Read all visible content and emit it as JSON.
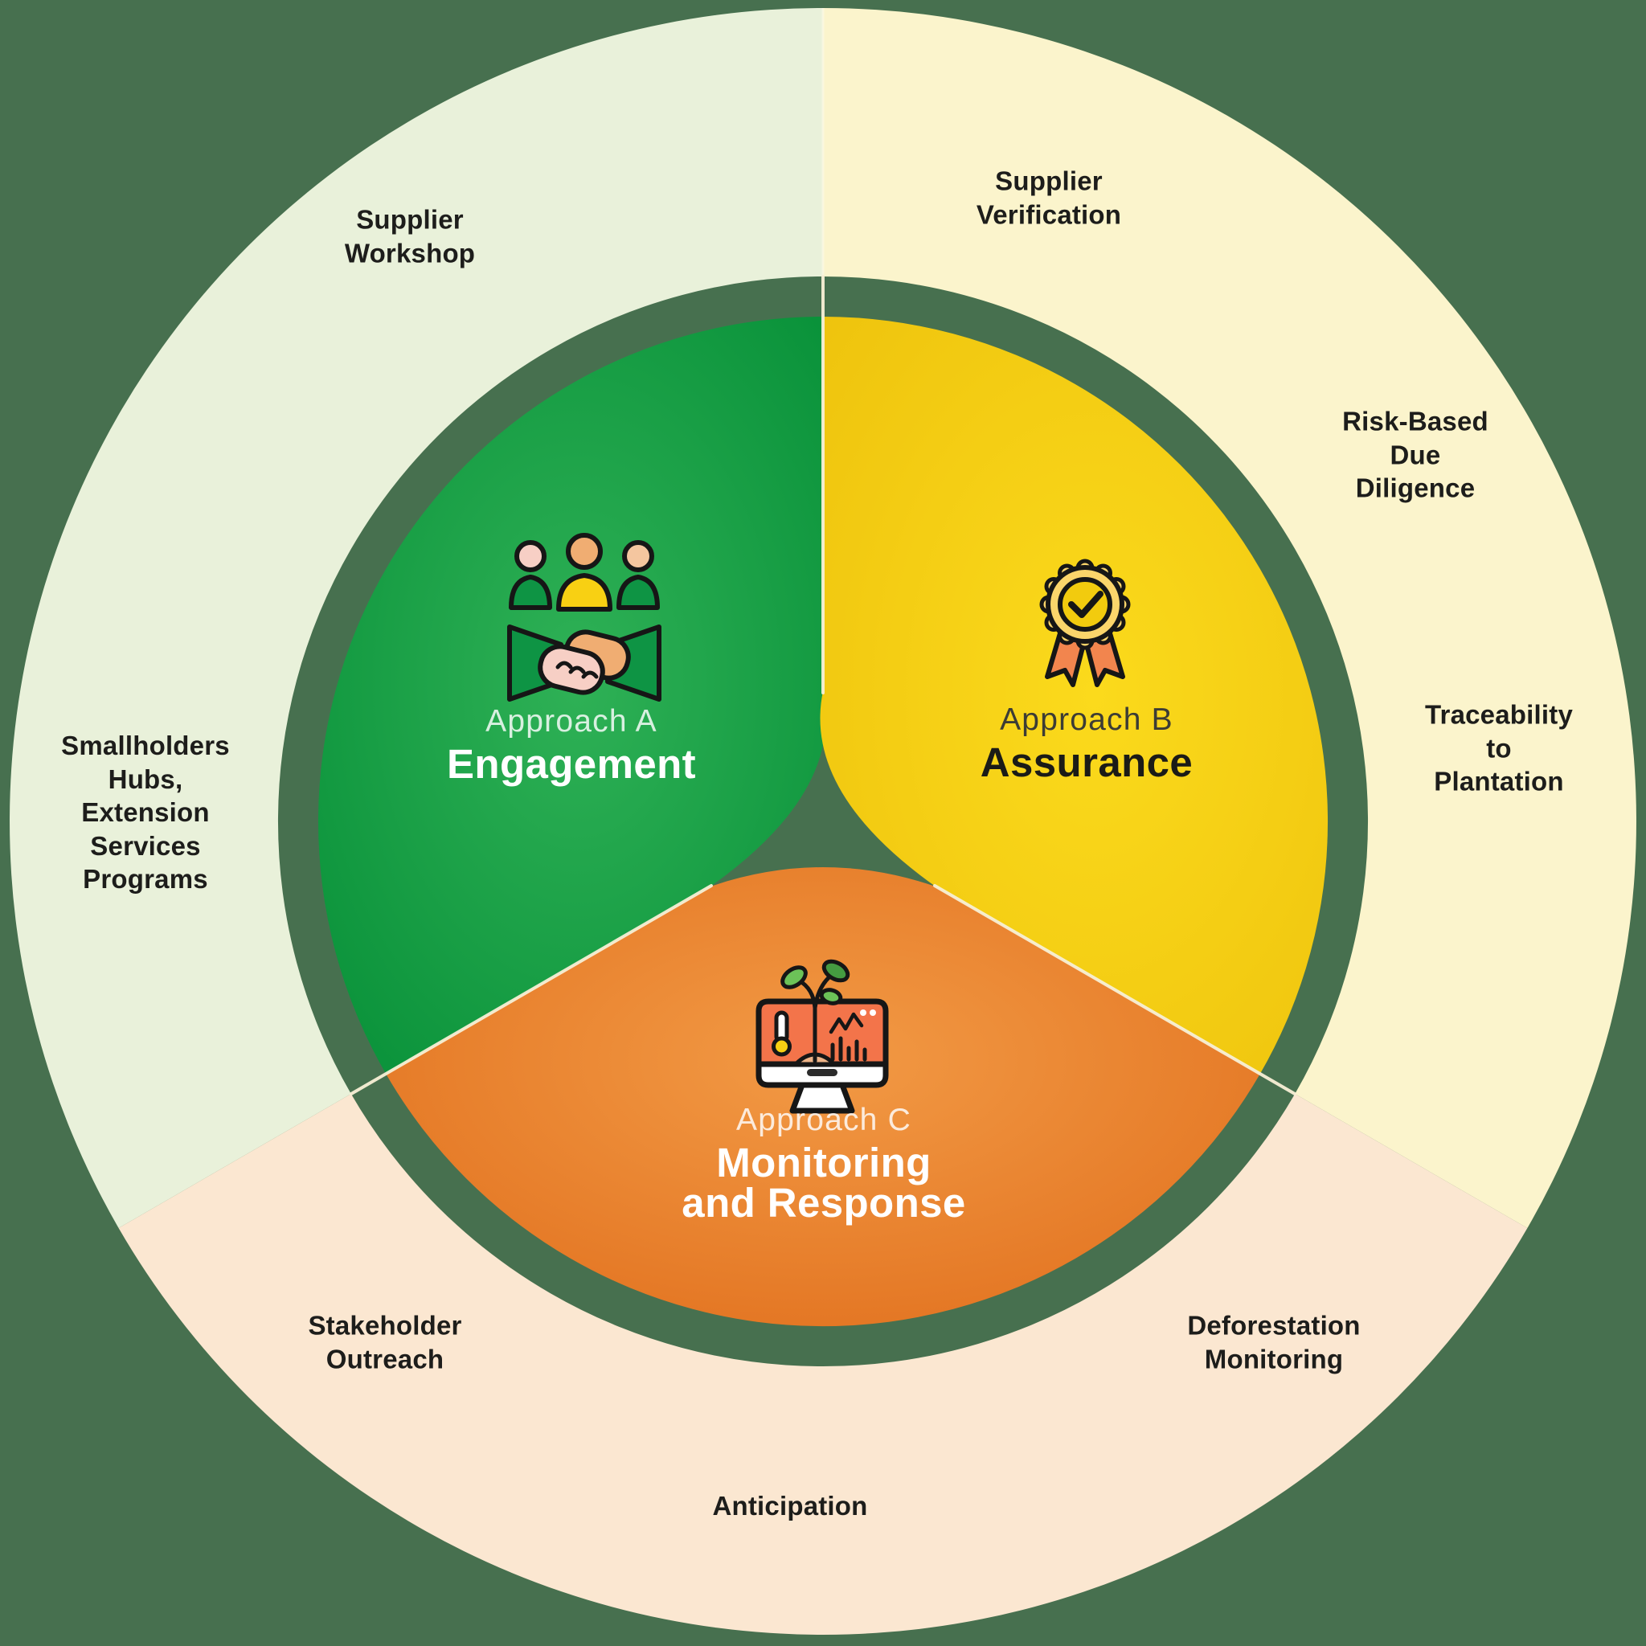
{
  "colors": {
    "background": "#47704f",
    "ring_engagement": "#e9f1da",
    "ring_assurance": "#fbf4cc",
    "ring_monitoring": "#fbe7d1",
    "segment_engagement_bright": "#2fb156",
    "segment_engagement_deep": "#079038",
    "segment_assurance_bright": "#fbda1c",
    "segment_assurance_deep": "#eec30d",
    "segment_monitoring_bright": "#f29a45",
    "segment_monitoring_deep": "#e06d1b",
    "divider": "#f8f0d6",
    "outer_label_text": "#1d1d1b"
  },
  "outer_labels": [
    {
      "id": "supplier-workshop",
      "text": "Supplier\nWorkshop"
    },
    {
      "id": "supplier-verification",
      "text": "Supplier\nVerification"
    },
    {
      "id": "risk-based-due-diligence",
      "text": "Risk-Based\nDue\nDiligence"
    },
    {
      "id": "traceability-to-plantation",
      "text": "Traceability\nto\nPlantation"
    },
    {
      "id": "deforestation-monitoring",
      "text": "Deforestation\nMonitoring"
    },
    {
      "id": "anticipation",
      "text": "Anticipation"
    },
    {
      "id": "stakeholder-outreach",
      "text": "Stakeholder\nOutreach"
    },
    {
      "id": "smallholders-hubs",
      "text": "Smallholders\nHubs,\nExtension\nServices\nPrograms"
    }
  ],
  "approaches": [
    {
      "id": "a",
      "label": "Approach A",
      "name": "Engagement",
      "icon": "handshake-icon"
    },
    {
      "id": "b",
      "label": "Approach B",
      "name": "Assurance",
      "icon": "award-badge-icon"
    },
    {
      "id": "c",
      "label": "Approach C",
      "name": "Monitoring\nand Response",
      "icon": "monitoring-screen-icon"
    }
  ]
}
